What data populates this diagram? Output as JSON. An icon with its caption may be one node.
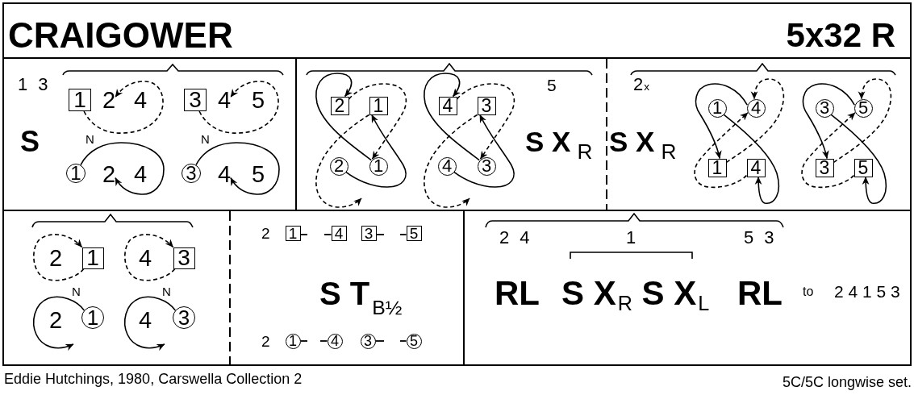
{
  "diagram": {
    "title": "CRAIGOWER",
    "nodes": [
      {
        "text": [
          "1"
        ]
      },
      {
        "text": [
          "2"
        ]
      },
      {
        "text": [
          "3"
        ]
      },
      {
        "text": [
          "4"
        ]
      },
      {
        "text": [
          "1"
        ]
      },
      {
        "text": [
          "2"
        ]
      },
      {
        "text": [
          "3"
        ]
      },
      {
        "text": [
          "4"
        ]
      },
      {
        "text": [
          "2"
        ]
      },
      {
        "text": [
          "1"
        ]
      },
      {
        "text": [
          "4"
        ]
      },
      {
        "text": [
          "3"
        ]
      },
      {
        "text": [
          "2"
        ]
      },
      {
        "text": [
          "1"
        ]
      },
      {
        "text": [
          "4"
        ]
      },
      {
        "text": [
          "3"
        ]
      },
      {
        "text": [
          "1"
        ]
      },
      {
        "text": [
          "4"
        ]
      },
      {
        "text": [
          "3"
        ]
      },
      {
        "text": [
          "5"
        ]
      },
      {
        "text": [
          "1"
        ]
      },
      {
        "text": [
          "4"
        ]
      },
      {
        "text": [
          "3"
        ]
      },
      {
        "text": [
          "5"
        ]
      },
      {
        "text": [
          "1"
        ]
      },
      {
        "text": [
          "3"
        ]
      },
      {
        "text": [
          "1"
        ]
      },
      {
        "text": [
          "3"
        ]
      },
      {
        "text": [
          "1"
        ]
      },
      {
        "text": [
          "4"
        ]
      },
      {
        "text": [
          "3"
        ]
      },
      {
        "text": [
          "5"
        ]
      },
      {
        "text": [
          "1"
        ]
      },
      {
        "text": [
          "4"
        ]
      },
      {
        "text": [
          "3"
        ]
      },
      {
        "text": [
          "5"
        ]
      }
    ],
    "edges": [
      {
        "from": 0,
        "to": 1,
        "arrow": "to",
        "style": "dashed"
      },
      {
        "from": 2,
        "to": 3,
        "arrow": "to",
        "style": "dashed"
      },
      {
        "from": 4,
        "to": 5,
        "arrow": "to"
      },
      {
        "from": 6,
        "to": 7,
        "arrow": "to"
      },
      {
        "from": 13,
        "to": 8,
        "arrow": "to"
      },
      {
        "from": 12,
        "to": 9,
        "arrow": "to"
      },
      {
        "from": 8,
        "to": 13,
        "arrow": "to",
        "style": "dashed"
      },
      {
        "from": 9,
        "to": null,
        "arrow": "to",
        "style": "dashed"
      },
      {
        "from": 15,
        "to": 10,
        "arrow": "to"
      },
      {
        "from": 14,
        "to": 11,
        "arrow": "to"
      },
      {
        "from": 10,
        "to": 15,
        "arrow": "to",
        "style": "dashed"
      },
      {
        "from": 11,
        "to": null,
        "arrow": "to",
        "style": "dashed"
      },
      {
        "from": 17,
        "to": 20,
        "arrow": "to"
      },
      {
        "from": 16,
        "to": 21,
        "arrow": "to"
      },
      {
        "from": 20,
        "to": 17,
        "arrow": "to",
        "style": "dashed"
      },
      {
        "from": 21,
        "to": 17,
        "arrow": "to",
        "style": "dashed"
      },
      {
        "from": 19,
        "to": 22,
        "arrow": "to"
      },
      {
        "from": 18,
        "to": 23,
        "arrow": "to"
      },
      {
        "from": 22,
        "to": 19,
        "arrow": "to",
        "style": "dashed"
      },
      {
        "from": 23,
        "to": 19,
        "arrow": "to",
        "style": "dashed"
      },
      {
        "from": 24,
        "to": 24,
        "arrow": "to",
        "style": "dashed"
      },
      {
        "from": 25,
        "to": 25,
        "arrow": "to",
        "style": "dashed"
      },
      {
        "from": 26,
        "to": null,
        "arrow": "to"
      },
      {
        "from": 27,
        "to": null,
        "arrow": "to"
      }
    ],
    "labels": [
      "5x32 R",
      "1 3",
      "4",
      "5",
      "S",
      "N",
      "N",
      "4",
      "5",
      "5",
      "S X$_{R}$",
      "2$_{x}$",
      "S X$_{R}$",
      "2",
      "4",
      "N",
      "N",
      "2",
      "4",
      "2",
      "S T$_{B½}$",
      "2",
      "2 4",
      "1",
      "5 3",
      "RL",
      "S X$_{R}$ S X$_{L}$",
      "RL",
      "to",
      "2 4 1 5 3",
      "Eddie Hutchings, 1980, Carswella Collection 2",
      "5C/5C longwise set."
    ]
  }
}
